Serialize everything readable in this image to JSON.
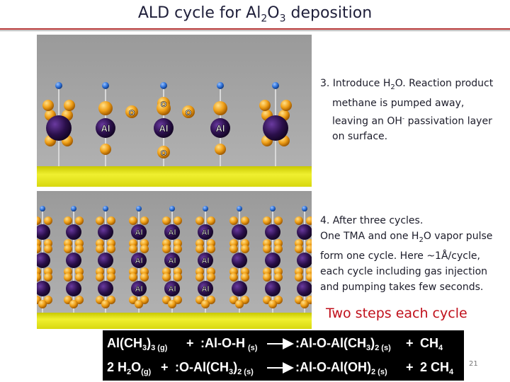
{
  "slide": {
    "title_pre": "ALD cycle for Al",
    "title_sub1": "2",
    "title_mid": "O",
    "title_sub2": "3",
    "title_post": " deposition",
    "number": "21"
  },
  "step3": {
    "prefix": "3. Introduce H",
    "sub": "2",
    "line1_rest": "O. Reaction product",
    "line2": "methane is pumped away,",
    "line3_pre": "leaving an OH",
    "line3_sup": "-",
    "line3_post": " passivation layer",
    "line4": "on surface."
  },
  "step4": {
    "line1": "4. After three cycles.",
    "line2_pre": "One TMA and one H",
    "line2_sub": "2",
    "line2_post": "O vapor pulse",
    "line3": "form one cycle. Here ~1Å/cycle,",
    "line4": "each cycle including gas injection",
    "line5": "and pumping takes few seconds."
  },
  "two_steps": "Two steps each cycle",
  "molecule_labels": {
    "al": "Al",
    "o": "O"
  },
  "equations": {
    "eq1": {
      "r1_main": "Al(CH",
      "r1_s1": "3",
      "r1_close": ")",
      "r1_s2": "3 (g)",
      "plus1": "+",
      "r2_main": ":Al-O-H",
      "r2_sub": "(s)",
      "p1_main": ":Al-O-Al(CH",
      "p1_s1": "3",
      "p1_close": ")",
      "p1_s2": "2 (s)",
      "plus2": "+",
      "p2": "CH",
      "p2_sub": "4"
    },
    "eq2": {
      "r1_main": "2 H",
      "r1_s1": "2",
      "r1_rest": "O",
      "r1_sub": "(g)",
      "plus1": "+",
      "r2_main": ":O-Al(CH",
      "r2_s1": "3",
      "r2_close": ")",
      "r2_s2": "2 (s)",
      "p1_main": ":Al-O-Al(OH)",
      "p1_s2": "2 (s)",
      "plus2": "+",
      "p2": "2 CH",
      "p2_sub": "4"
    }
  },
  "colors": {
    "title_rule": "#b03030",
    "panel_bg": "#a5a5a5",
    "substrate": "#e2e21a",
    "al_atom": "#2a0f4a",
    "o_atom": "#f0a018",
    "h_atom": "#2c6fd6",
    "accent_red": "#c0101b",
    "equation_bg": "#000000"
  }
}
